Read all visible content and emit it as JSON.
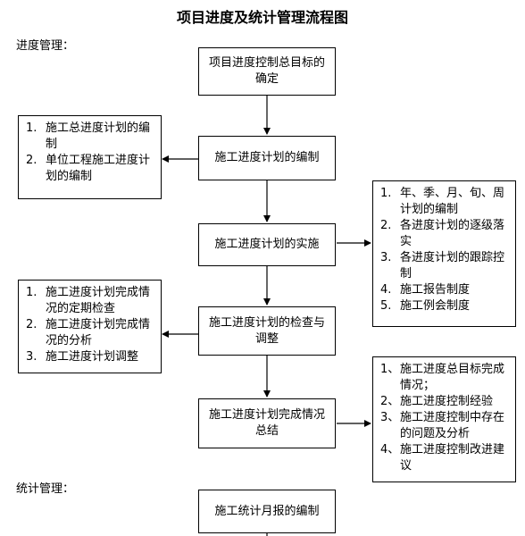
{
  "title": "项目进度及统计管理流程图",
  "section_progress": "进度管理：",
  "section_stats": "统计管理：",
  "main_steps": [
    {
      "label": "项目进度控制总目标的确定"
    },
    {
      "label": "施工进度计划的编制"
    },
    {
      "label": "施工进度计划的实施"
    },
    {
      "label": "施工进度计划的检查与调整"
    },
    {
      "label": "施工进度计划完成情况总结"
    },
    {
      "label": "施工统计月报的编制"
    }
  ],
  "notes": {
    "compile": [
      {
        "num": "1.",
        "text": "施工总进度计划的编制"
      },
      {
        "num": "2.",
        "text": "单位工程施工进度计划的编制"
      }
    ],
    "implement": [
      {
        "num": "1.",
        "text": "年、季、月、旬、周计划的编制"
      },
      {
        "num": "2.",
        "text": "各进度计划的逐级落实"
      },
      {
        "num": "3.",
        "text": "各进度计划的跟踪控制"
      },
      {
        "num": "4.",
        "text": "施工报告制度"
      },
      {
        "num": "5.",
        "text": "施工例会制度"
      }
    ],
    "check": [
      {
        "num": "1.",
        "text": "施工进度计划完成情况的定期检查"
      },
      {
        "num": "2.",
        "text": "施工进度计划完成情况的分析"
      },
      {
        "num": "3.",
        "text": "施工进度计划调整"
      }
    ],
    "summary": [
      {
        "num": "1、",
        "text": "施工进度总目标完成情况；"
      },
      {
        "num": "2、",
        "text": "施工进度控制经验"
      },
      {
        "num": "3、",
        "text": "施工进度控制中存在的问题及分析"
      },
      {
        "num": "4、",
        "text": "施工进度控制改进建议"
      }
    ]
  }
}
